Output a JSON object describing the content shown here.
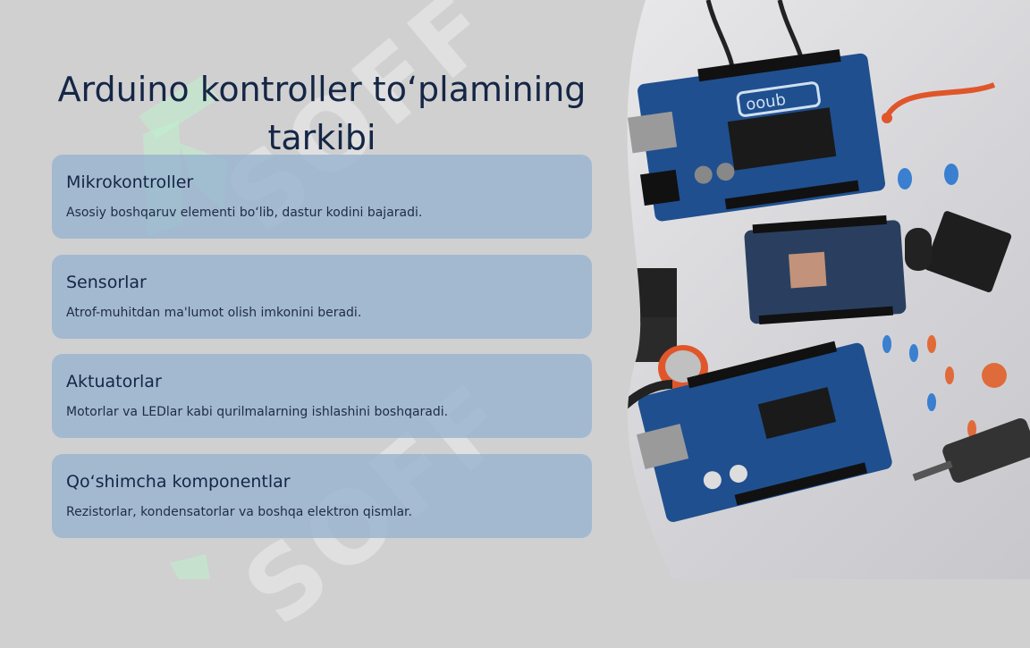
{
  "slide": {
    "title_lines": [
      "Arduino kontroller to‘plamining",
      "tarkibi"
    ]
  },
  "cards": [
    {
      "title": "Mikrokontroller",
      "description": "Asosiy boshqaruv elementi bo‘lib, dastur kodini bajaradi."
    },
    {
      "title": "Sensorlar",
      "description": "Atrof-muhitdan ma'lumot olish imkonini beradi."
    },
    {
      "title": "Aktuatorlar",
      "description": "Motorlar va LEDlar kabi qurilmalarning ishlashini boshqaradi."
    },
    {
      "title": "Qo‘shimcha komponentlar",
      "description": "Rezistorlar, kondensatorlar va boshqa elektron qismlar."
    }
  ],
  "watermark": {
    "text": "SOFF"
  },
  "photo": {
    "icon": "arduino-components-photo",
    "board_label": "ooub"
  },
  "colors": {
    "background": "#d0d0d0",
    "title": "#152646",
    "card": "#96b2d0",
    "board": "#1f4f8f"
  }
}
